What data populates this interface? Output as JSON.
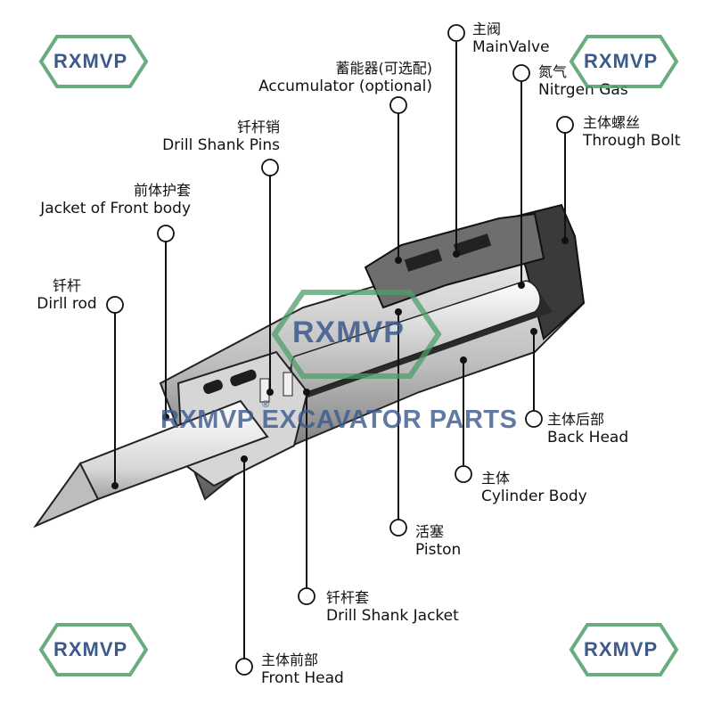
{
  "watermark": {
    "logo_text": "RXMVP",
    "banner_text": "RXMVP EXCAVATOR PARTS",
    "registered_mark": "®",
    "green": "#4e9e6a",
    "blue": "#3c5a8c"
  },
  "labels": {
    "main_valve": {
      "zh": "主阀",
      "en": "MainValve"
    },
    "nitrogen_gas": {
      "zh": "氮气",
      "en": "Nitrgen Gas"
    },
    "accumulator": {
      "zh": "蓄能器(可选配)",
      "en": "Accumulator (optional)"
    },
    "through_bolt": {
      "zh": "主体螺丝",
      "en": "Through Bolt"
    },
    "drill_shank_pins": {
      "zh": "钎杆销",
      "en": "Drill Shank Pins"
    },
    "jacket_front_body": {
      "zh": "前体护套",
      "en": "Jacket of Front body"
    },
    "drill_rod": {
      "zh": "钎杆",
      "en": "Dirll rod"
    },
    "back_head": {
      "zh": "主体后部",
      "en": "Back Head"
    },
    "cylinder_body": {
      "zh": "主体",
      "en": "Cylinder Body"
    },
    "piston": {
      "zh": "活塞",
      "en": "Piston"
    },
    "drill_shank_jacket": {
      "zh": "钎杆套",
      "en": "Drill Shank Jacket"
    },
    "front_head": {
      "zh": "主体前部",
      "en": "Front Head"
    }
  }
}
